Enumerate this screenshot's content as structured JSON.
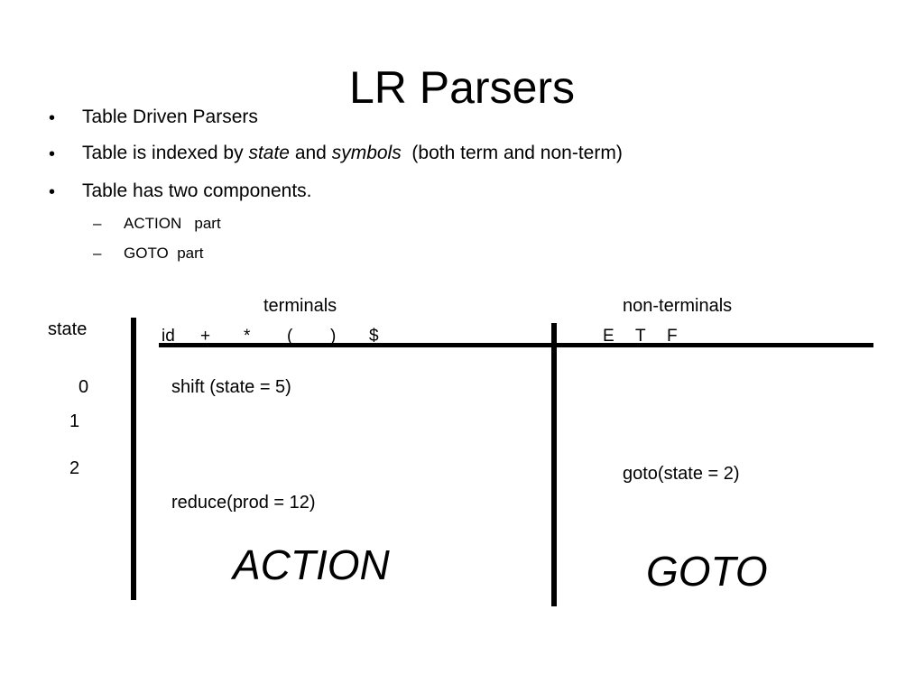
{
  "slide": {
    "title": "LR Parsers",
    "bullets": [
      {
        "segments": [
          {
            "text": "Table Driven Parsers",
            "italic": false
          }
        ]
      },
      {
        "segments": [
          {
            "text": "Table is indexed by ",
            "italic": false
          },
          {
            "text": "state",
            "italic": true
          },
          {
            "text": " and ",
            "italic": false
          },
          {
            "text": "symbols",
            "italic": true
          },
          {
            "text": "  (both term and non-term)",
            "italic": false
          }
        ]
      },
      {
        "segments": [
          {
            "text": "Table has two components.",
            "italic": false
          }
        ]
      }
    ],
    "subbullets": [
      "ACTION   part",
      "GOTO  part"
    ],
    "bullet_glyph": "•",
    "dash_glyph": "–"
  },
  "table": {
    "terminals_label": "terminals",
    "nonterminals_label": "non-terminals",
    "state_label": "state",
    "terminal_symbols": [
      "id",
      "+",
      "*",
      "(",
      ")",
      "$"
    ],
    "nonterminal_symbols": [
      "E",
      "T",
      "F"
    ],
    "states": [
      "0",
      "1",
      "2"
    ],
    "shift_entry": "shift (state = 5)",
    "reduce_entry": "reduce(prod = 12)",
    "goto_entry": "goto(state = 2)",
    "action_label": "ACTION",
    "goto_label": "GOTO"
  }
}
